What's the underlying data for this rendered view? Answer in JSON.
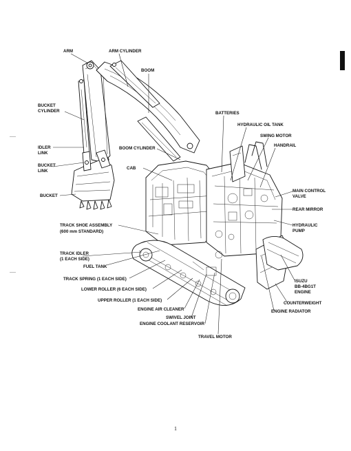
{
  "page_number": "1",
  "labels": {
    "arm": "ARM",
    "arm_cylinder": "ARM CYLINDER",
    "boom": "BOOM",
    "bucket_cylinder_1": "BUCKET",
    "bucket_cylinder_2": "CYLINDER",
    "batteries": "BATTERIES",
    "hydraulic_oil_tank": "HYDRAULIC OIL TANK",
    "swing_motor": "SWING MOTOR",
    "handrail": "HANDRAIL",
    "idler_link_1": "IDLER",
    "idler_link_2": "LINK",
    "boom_cylinder": "BOOM CYLINDER",
    "bucket_link_1": "BUCKET",
    "bucket_link_2": "LINK",
    "cab": "CAB",
    "bucket": "BUCKET",
    "main_control_valve_1": "MAIN CONTROL",
    "main_control_valve_2": "VALVE",
    "rear_mirror": "REAR MIRROR",
    "track_shoe_assembly_1": "TRACK SHOE ASSEMBLY",
    "track_shoe_assembly_2": "(600 mm STANDARD)",
    "hydraulic_pump_1": "HYDRAULIC",
    "hydraulic_pump_2": "PUMP",
    "track_idler_1": "TRACK IDLER",
    "track_idler_2": "(1 EACH SIDE)",
    "fuel_tank": "FUEL TANK",
    "track_spring": "TRACK SPRING (1 EACH SIDE)",
    "isuzu_engine_1": "ISUZU",
    "isuzu_engine_2": "BB-4BG1T",
    "isuzu_engine_3": "ENGINE",
    "lower_roller": "LOWER ROLLER (6 EACH SIDE)",
    "upper_roller": "UPPER ROLLER (1 EACH SIDE)",
    "counterweight": "COUNTERWEIGHT",
    "engine_air_cleaner": "ENGINE AIR CLEANER",
    "engine_radiator": "ENGINE RADIATOR",
    "swivel_joint": "SWIVEL JOINT",
    "engine_coolant_reservoir": "ENGINE COOLANT RESERVOIR",
    "travel_motor": "TRAVEL MOTOR"
  }
}
